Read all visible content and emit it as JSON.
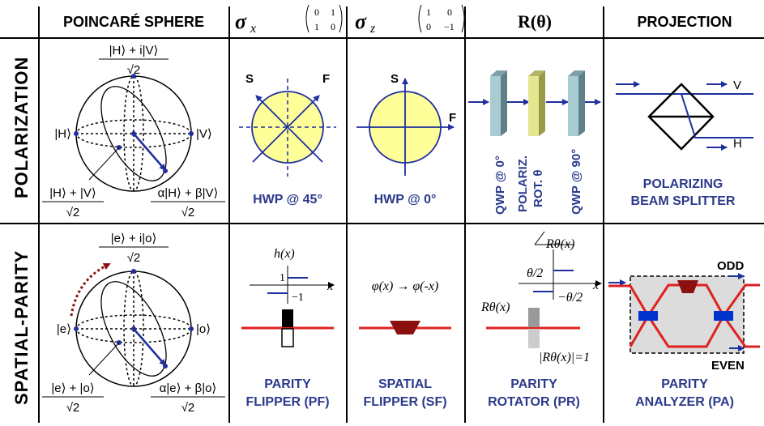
{
  "headers": {
    "poincare": "POINCARÉ SPHERE",
    "sigma_x": "σ",
    "sigma_x_sub": "x",
    "sigma_x_matrix": [
      "0",
      "1",
      "1",
      "0"
    ],
    "sigma_z": "σ",
    "sigma_z_sub": "z",
    "sigma_z_matrix": [
      "1",
      "0",
      "0",
      "−1"
    ],
    "rotation": "R(θ)",
    "projection": "PROJECTION"
  },
  "rows": {
    "polarization": "POLARIZATION",
    "spatial_parity": "SPATIAL-PARITY"
  },
  "polarization": {
    "sphere": {
      "top_num": "|H⟩ + i|V⟩",
      "top_den": "√2",
      "left": "|H⟩",
      "right": "|V⟩",
      "bl_num": "|H⟩ + |V⟩",
      "bl_den": "√2",
      "br_num": "α|H⟩ + β|V⟩",
      "br_den": "√2"
    },
    "hwp45": {
      "s": "S",
      "f": "F",
      "caption": "HWP @ 45°"
    },
    "hwp0": {
      "s": "S",
      "f": "F",
      "caption": "HWP @ 0°"
    },
    "rotator": {
      "plate1": "QWP @ 0°",
      "plate2a": "POLARIZ.",
      "plate2b": "ROT. θ",
      "plate3": "QWP @ 90°"
    },
    "pbs": {
      "v": "V",
      "h": "H",
      "caption1": "POLARIZING",
      "caption2": "BEAM SPLITTER"
    }
  },
  "spatial": {
    "sphere": {
      "top_num": "|e⟩ + i|o⟩",
      "top_den": "√2",
      "left": "|e⟩",
      "right": "|o⟩",
      "bl_num": "|e⟩ + |o⟩",
      "bl_den": "√2",
      "br_num": "α|e⟩ + β|o⟩",
      "br_den": "√2"
    },
    "pf": {
      "h": "h(x)",
      "one": "1",
      "minus_one": "−1",
      "x": "x",
      "caption1": "PARITY",
      "caption2": "FLIPPER (PF)"
    },
    "sf": {
      "eq": "φ(x) → φ(-x)",
      "caption1": "SPATIAL",
      "caption2": "FLIPPER (SF)"
    },
    "pr": {
      "r": "Rθ(x)",
      "r_left": "Rθ(x)",
      "theta_half": "θ/2",
      "neg_theta_half": "−θ/2",
      "x": "x",
      "mod": "|Rθ(x)|=1",
      "caption1": "PARITY",
      "caption2": "ROTATOR (PR)"
    },
    "pa": {
      "odd": "ODD",
      "even": "EVEN",
      "caption1": "PARITY",
      "caption2": "ANALYZER (PA)"
    }
  },
  "colors": {
    "blue": "#1f2f9e",
    "red": "#e02020",
    "yellow": "#ffff99",
    "dark_red": "#8b1010",
    "caption": "#2b3a8c"
  }
}
